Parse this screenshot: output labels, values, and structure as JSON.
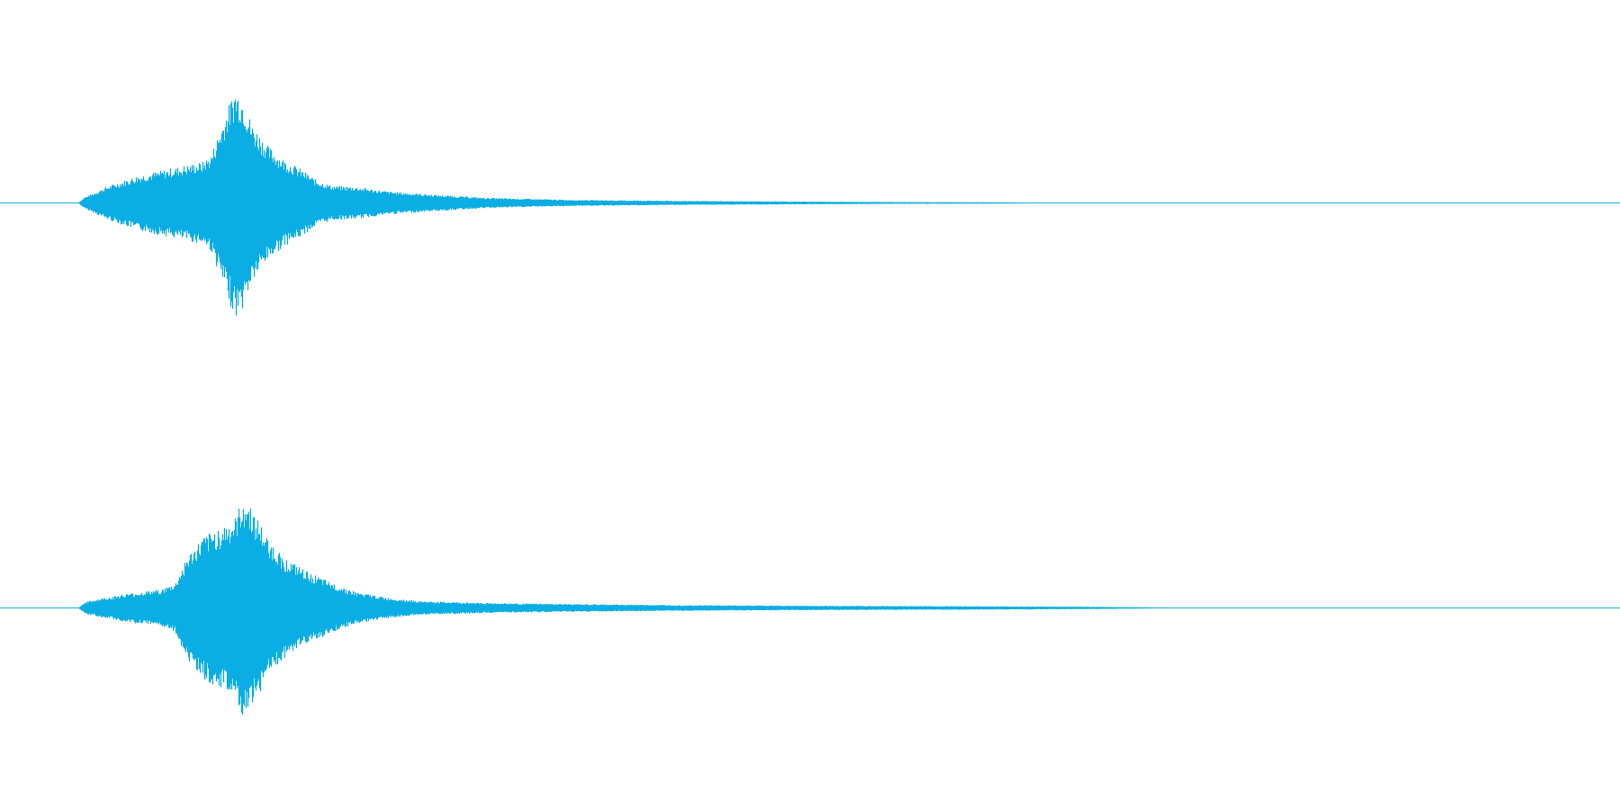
{
  "waveform": {
    "color": "#0aaee4",
    "background": "#ffffff",
    "channels": [
      {
        "id": "channel-1",
        "envelope": [
          [
            0.0,
            0.0
          ],
          [
            0.048,
            0.0
          ],
          [
            0.052,
            0.05
          ],
          [
            0.058,
            0.09
          ],
          [
            0.065,
            0.14
          ],
          [
            0.075,
            0.19
          ],
          [
            0.085,
            0.24
          ],
          [
            0.095,
            0.27
          ],
          [
            0.105,
            0.3
          ],
          [
            0.115,
            0.33
          ],
          [
            0.125,
            0.36
          ],
          [
            0.13,
            0.42
          ],
          [
            0.135,
            0.62
          ],
          [
            0.14,
            0.82
          ],
          [
            0.145,
            1.0
          ],
          [
            0.15,
            0.92
          ],
          [
            0.155,
            0.7
          ],
          [
            0.165,
            0.5
          ],
          [
            0.175,
            0.38
          ],
          [
            0.185,
            0.3
          ],
          [
            0.195,
            0.2
          ],
          [
            0.205,
            0.15
          ],
          [
            0.22,
            0.14
          ],
          [
            0.24,
            0.1
          ],
          [
            0.27,
            0.07
          ],
          [
            0.3,
            0.045
          ],
          [
            0.35,
            0.028
          ],
          [
            0.42,
            0.018
          ],
          [
            0.5,
            0.012
          ],
          [
            0.56,
            0.008
          ],
          [
            0.62,
            0.006
          ],
          [
            0.645,
            0.003
          ],
          [
            0.7,
            0.0
          ],
          [
            1.0,
            0.0
          ]
        ]
      },
      {
        "id": "channel-2",
        "envelope": [
          [
            0.0,
            0.0
          ],
          [
            0.048,
            0.0
          ],
          [
            0.052,
            0.05
          ],
          [
            0.06,
            0.08
          ],
          [
            0.075,
            0.12
          ],
          [
            0.09,
            0.15
          ],
          [
            0.1,
            0.17
          ],
          [
            0.108,
            0.22
          ],
          [
            0.115,
            0.45
          ],
          [
            0.125,
            0.63
          ],
          [
            0.135,
            0.72
          ],
          [
            0.145,
            0.8
          ],
          [
            0.15,
            1.0
          ],
          [
            0.155,
            0.9
          ],
          [
            0.165,
            0.62
          ],
          [
            0.175,
            0.45
          ],
          [
            0.19,
            0.32
          ],
          [
            0.205,
            0.22
          ],
          [
            0.22,
            0.14
          ],
          [
            0.24,
            0.09
          ],
          [
            0.26,
            0.06
          ],
          [
            0.3,
            0.045
          ],
          [
            0.35,
            0.035
          ],
          [
            0.42,
            0.026
          ],
          [
            0.5,
            0.02
          ],
          [
            0.6,
            0.016
          ],
          [
            0.68,
            0.01
          ],
          [
            0.72,
            0.004
          ],
          [
            0.76,
            0.0
          ],
          [
            1.0,
            0.0
          ]
        ]
      }
    ]
  }
}
